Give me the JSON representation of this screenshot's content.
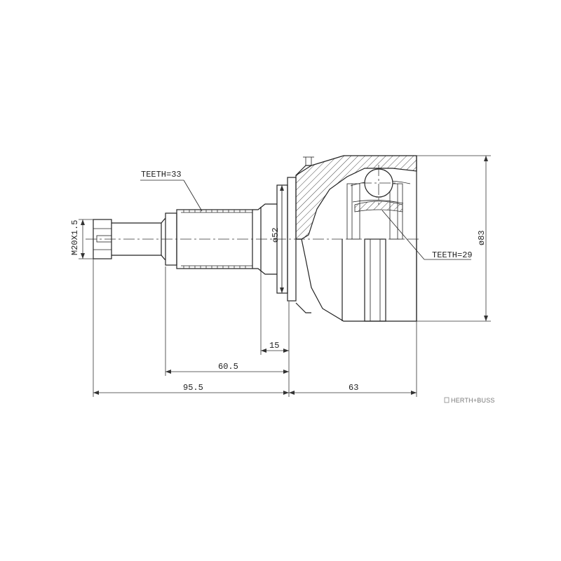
{
  "drawing": {
    "labels": {
      "teeth_shaft": "TEETH=33",
      "teeth_joint": "TEETH=29",
      "thread": "M20X1.5",
      "dia_seal": "ø52",
      "dia_outer": "ø83",
      "dim_15": "15",
      "dim_60_5": "60.5",
      "dim_95_5": "95.5",
      "dim_63": "63"
    },
    "brand": "HERTH+BUSS"
  }
}
